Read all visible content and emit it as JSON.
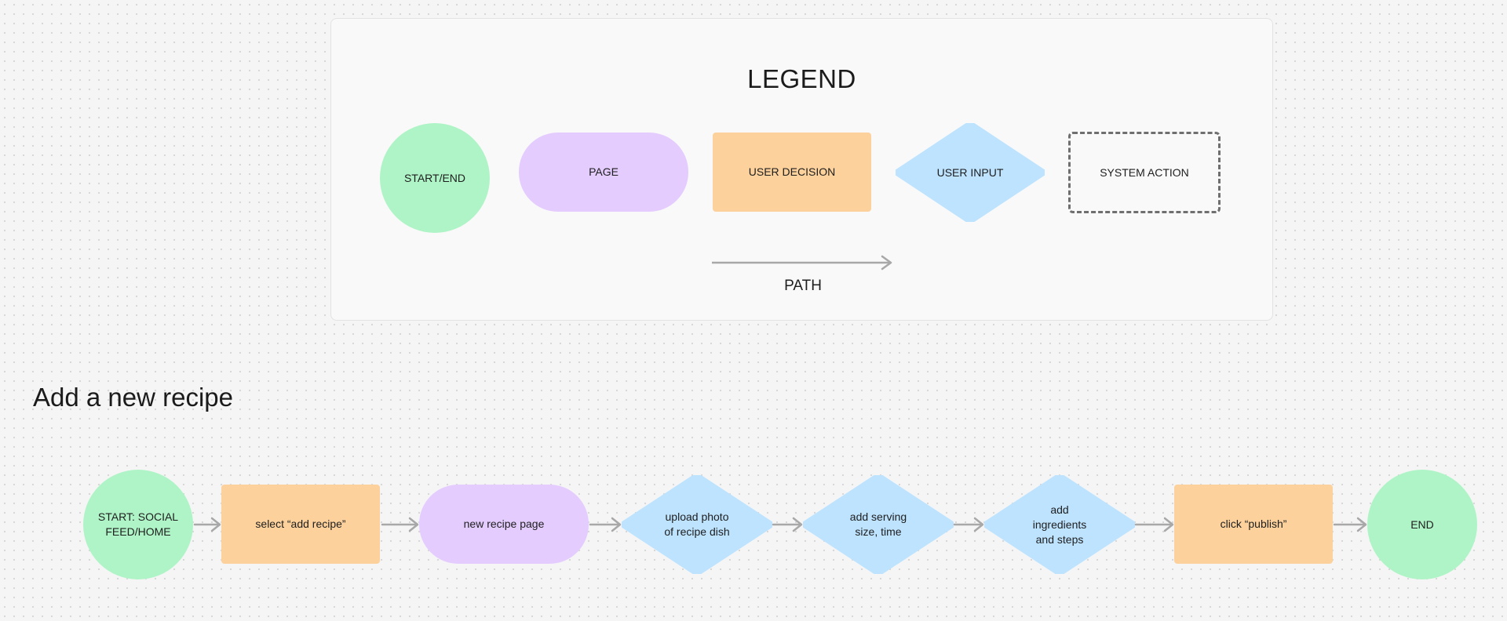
{
  "legend": {
    "title": "LEGEND",
    "items": {
      "start_end": "START/END",
      "page": "PAGE",
      "user_decision": "USER DECISION",
      "user_input": "USER INPUT",
      "system_action": "SYSTEM ACTION"
    },
    "path_label": "PATH"
  },
  "flow": {
    "title": "Add a new recipe",
    "steps": [
      {
        "type": "start_end",
        "label": "START: SOCIAL\nFEED/HOME"
      },
      {
        "type": "user_decision",
        "label": "select “add recipe”"
      },
      {
        "type": "page",
        "label": "new recipe page"
      },
      {
        "type": "user_input",
        "label": "upload photo\nof recipe dish"
      },
      {
        "type": "user_input",
        "label": "add serving\nsize, time"
      },
      {
        "type": "user_input",
        "label": "add\ningredients\nand steps"
      },
      {
        "type": "user_decision",
        "label": "click “publish”"
      },
      {
        "type": "start_end",
        "label": "END"
      }
    ]
  },
  "colors": {
    "start_end": "#aff4c6",
    "page": "#e4ccff",
    "user_decision": "#fcd19c",
    "user_input": "#bde3ff",
    "system_action_border": "#6f6f6f",
    "arrow": "#a8a8a8"
  }
}
